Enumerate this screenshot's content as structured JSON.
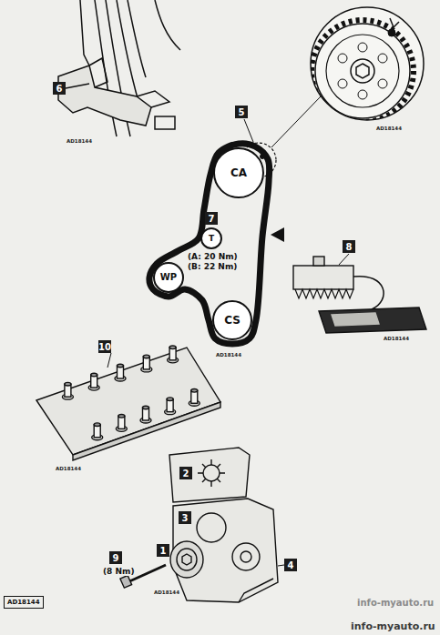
{
  "diagram": {
    "nodes": [
      {
        "text": [
          "CA"
        ]
      },
      {
        "text": [
          "T"
        ]
      },
      {
        "text": [
          "WP"
        ]
      },
      {
        "text": [
          "CS"
        ]
      }
    ],
    "labels": [
      "6",
      "AD18144",
      "AD18144",
      "5",
      "7",
      "(A: 20 Nm)",
      "(B: 22 Nm)",
      "8",
      "AD18144",
      "AD18144",
      "10",
      "AD18144",
      "2",
      "3",
      "4",
      "1",
      "9",
      "(8 Nm)",
      "AD18144",
      "AD18144",
      "info-myauto.ru",
      "info-myauto.ru"
    ]
  }
}
